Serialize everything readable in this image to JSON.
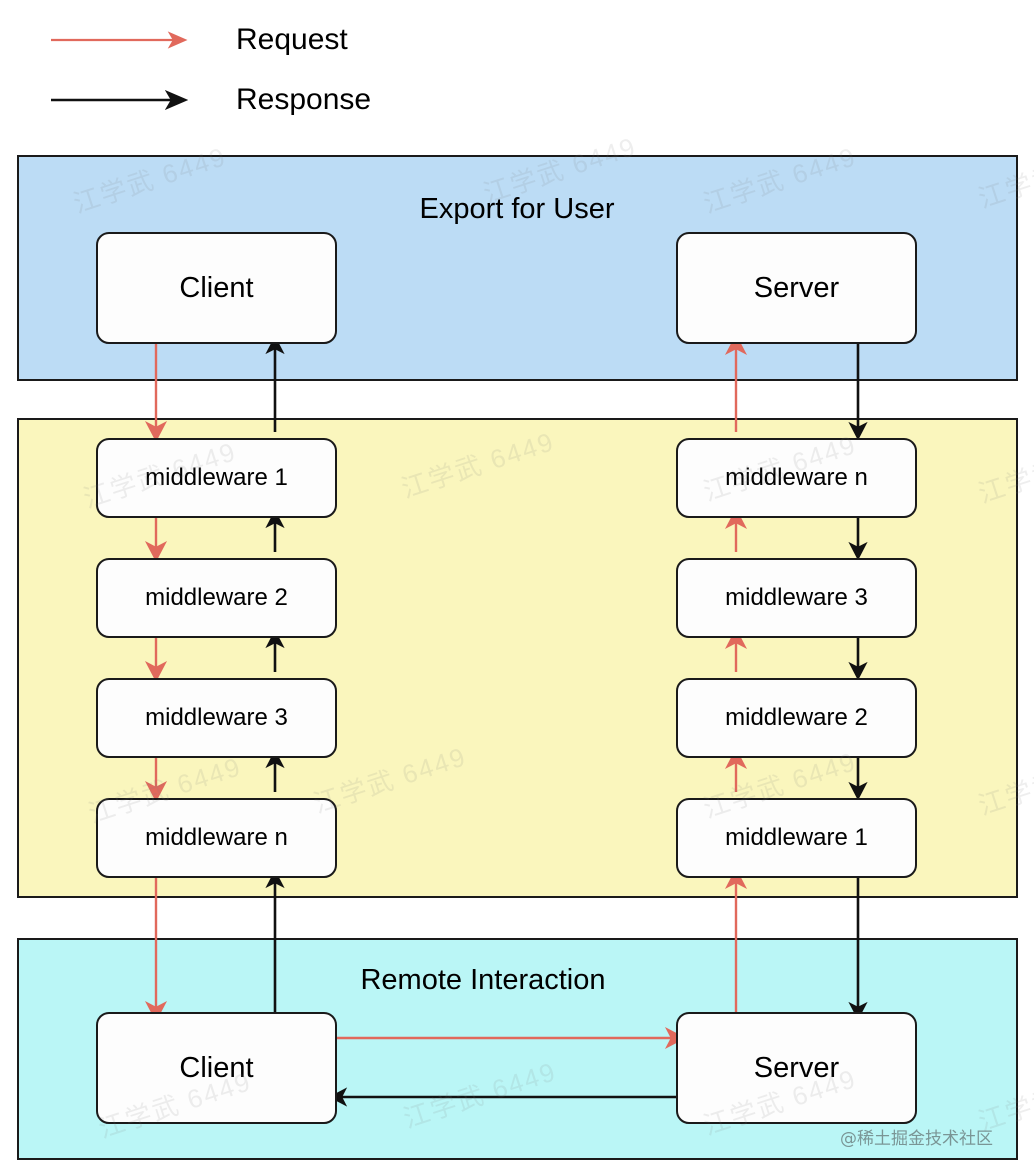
{
  "legend": {
    "items": [
      {
        "label": "Request",
        "color": "#e1695c",
        "icon": "arrow-right-icon"
      },
      {
        "label": "Response",
        "color": "#111111",
        "icon": "arrow-right-icon"
      }
    ]
  },
  "bands": [
    {
      "id": "export",
      "title": "Export for User",
      "color": "#bcdcf5"
    },
    {
      "id": "middleware",
      "title": "",
      "color": "#faf6bd"
    },
    {
      "id": "remote",
      "title": "Remote Interaction",
      "color": "#baf6f6"
    }
  ],
  "nodes": {
    "export_client": "Client",
    "export_server": "Server",
    "remote_client": "Client",
    "remote_server": "Server"
  },
  "middleware": {
    "left_column": [
      "middleware 1",
      "middleware 2",
      "middleware 3",
      "middleware n"
    ],
    "right_column": [
      "middleware n",
      "middleware 3",
      "middleware 2",
      "middleware 1"
    ]
  },
  "colors": {
    "request": "#e1695c",
    "response": "#111111",
    "band_export": "#bcdcf5",
    "band_middleware": "#faf6bd",
    "band_remote": "#baf6f6",
    "node_fill": "#fdfdfd",
    "stroke": "#1a1a1a"
  },
  "watermark": {
    "text": "江学武 6449",
    "credit": "@稀土掘金技术社区"
  }
}
